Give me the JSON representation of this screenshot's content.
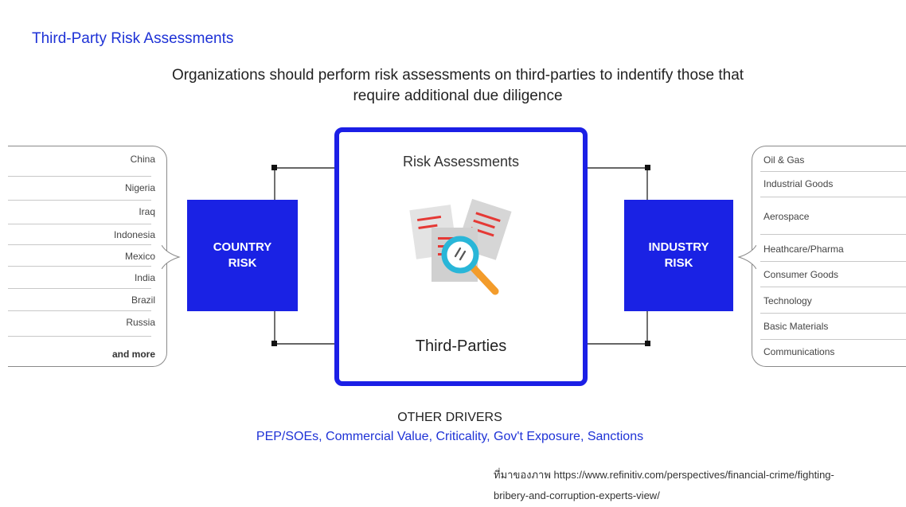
{
  "header": {
    "title": "Third-Party Risk Assessments"
  },
  "subtitle": {
    "line1": "Organizations should perform risk assessments on third-parties to indentify those that",
    "line2": "require additional due diligence"
  },
  "country_list": [
    "China",
    "Nigeria",
    "Iraq",
    "Indonesia",
    "Mexico",
    "India",
    "Brazil",
    "Russia",
    "and more"
  ],
  "industry_list": [
    "Oil & Gas",
    "Industrial Goods",
    "Aerospace",
    "Heathcare/Pharma",
    "Consumer Goods",
    "Technology",
    "Basic Materials",
    "Communications"
  ],
  "country_risk": {
    "line1": "COUNTRY",
    "line2": "RISK"
  },
  "industry_risk": {
    "line1": "INDUSTRY",
    "line2": "RISK"
  },
  "center": {
    "title": "Risk Assessments",
    "bottom": "Third-Parties"
  },
  "drivers": {
    "title": "OTHER DRIVERS",
    "list": "PEP/SOEs, Commercial Value, Criticality, Gov't Exposure, Sanctions"
  },
  "source": {
    "line1": "ที่มาของภาพ https://www.refinitiv.com/perspectives/financial-crime/fighting-",
    "line2": "bribery-and-corruption-experts-view/"
  },
  "colors": {
    "accent": "#1a22e4",
    "title_blue": "#1e32d6",
    "doc_red": "#e53935",
    "magnifier_teal": "#29b6d8",
    "handle_orange": "#f39c2b"
  },
  "icons": [
    "documents-magnifier-icon"
  ]
}
